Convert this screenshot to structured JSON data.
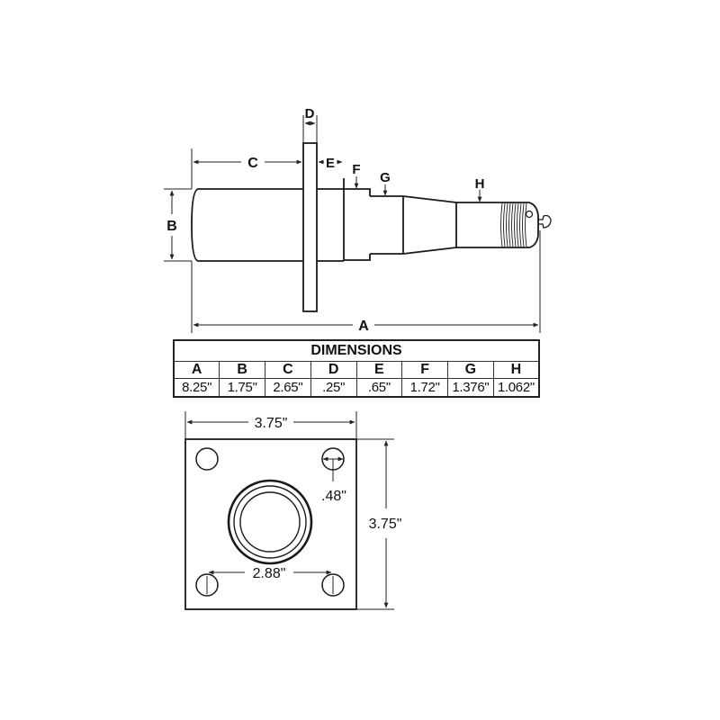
{
  "diagram": {
    "side_view_labels": {
      "A": "A",
      "B": "B",
      "C": "C",
      "D": "D",
      "E": "E",
      "F": "F",
      "G": "G",
      "H": "H"
    },
    "plate_view": {
      "width_label": "3.75\"",
      "height_label": "3.75\"",
      "hole_spacing_label": "2.88\"",
      "hole_diameter_label": ".48\""
    }
  },
  "dimensions_table": {
    "title": "DIMENSIONS",
    "columns": [
      "A",
      "B",
      "C",
      "D",
      "E",
      "F",
      "G",
      "H"
    ],
    "values": [
      "8.25\"",
      "1.75\"",
      "2.65\"",
      ".25\"",
      ".65\"",
      "1.72\"",
      "1.376\"",
      "1.062\""
    ]
  },
  "colors": {
    "line": "#1a1a1a",
    "background": "#ffffff"
  }
}
